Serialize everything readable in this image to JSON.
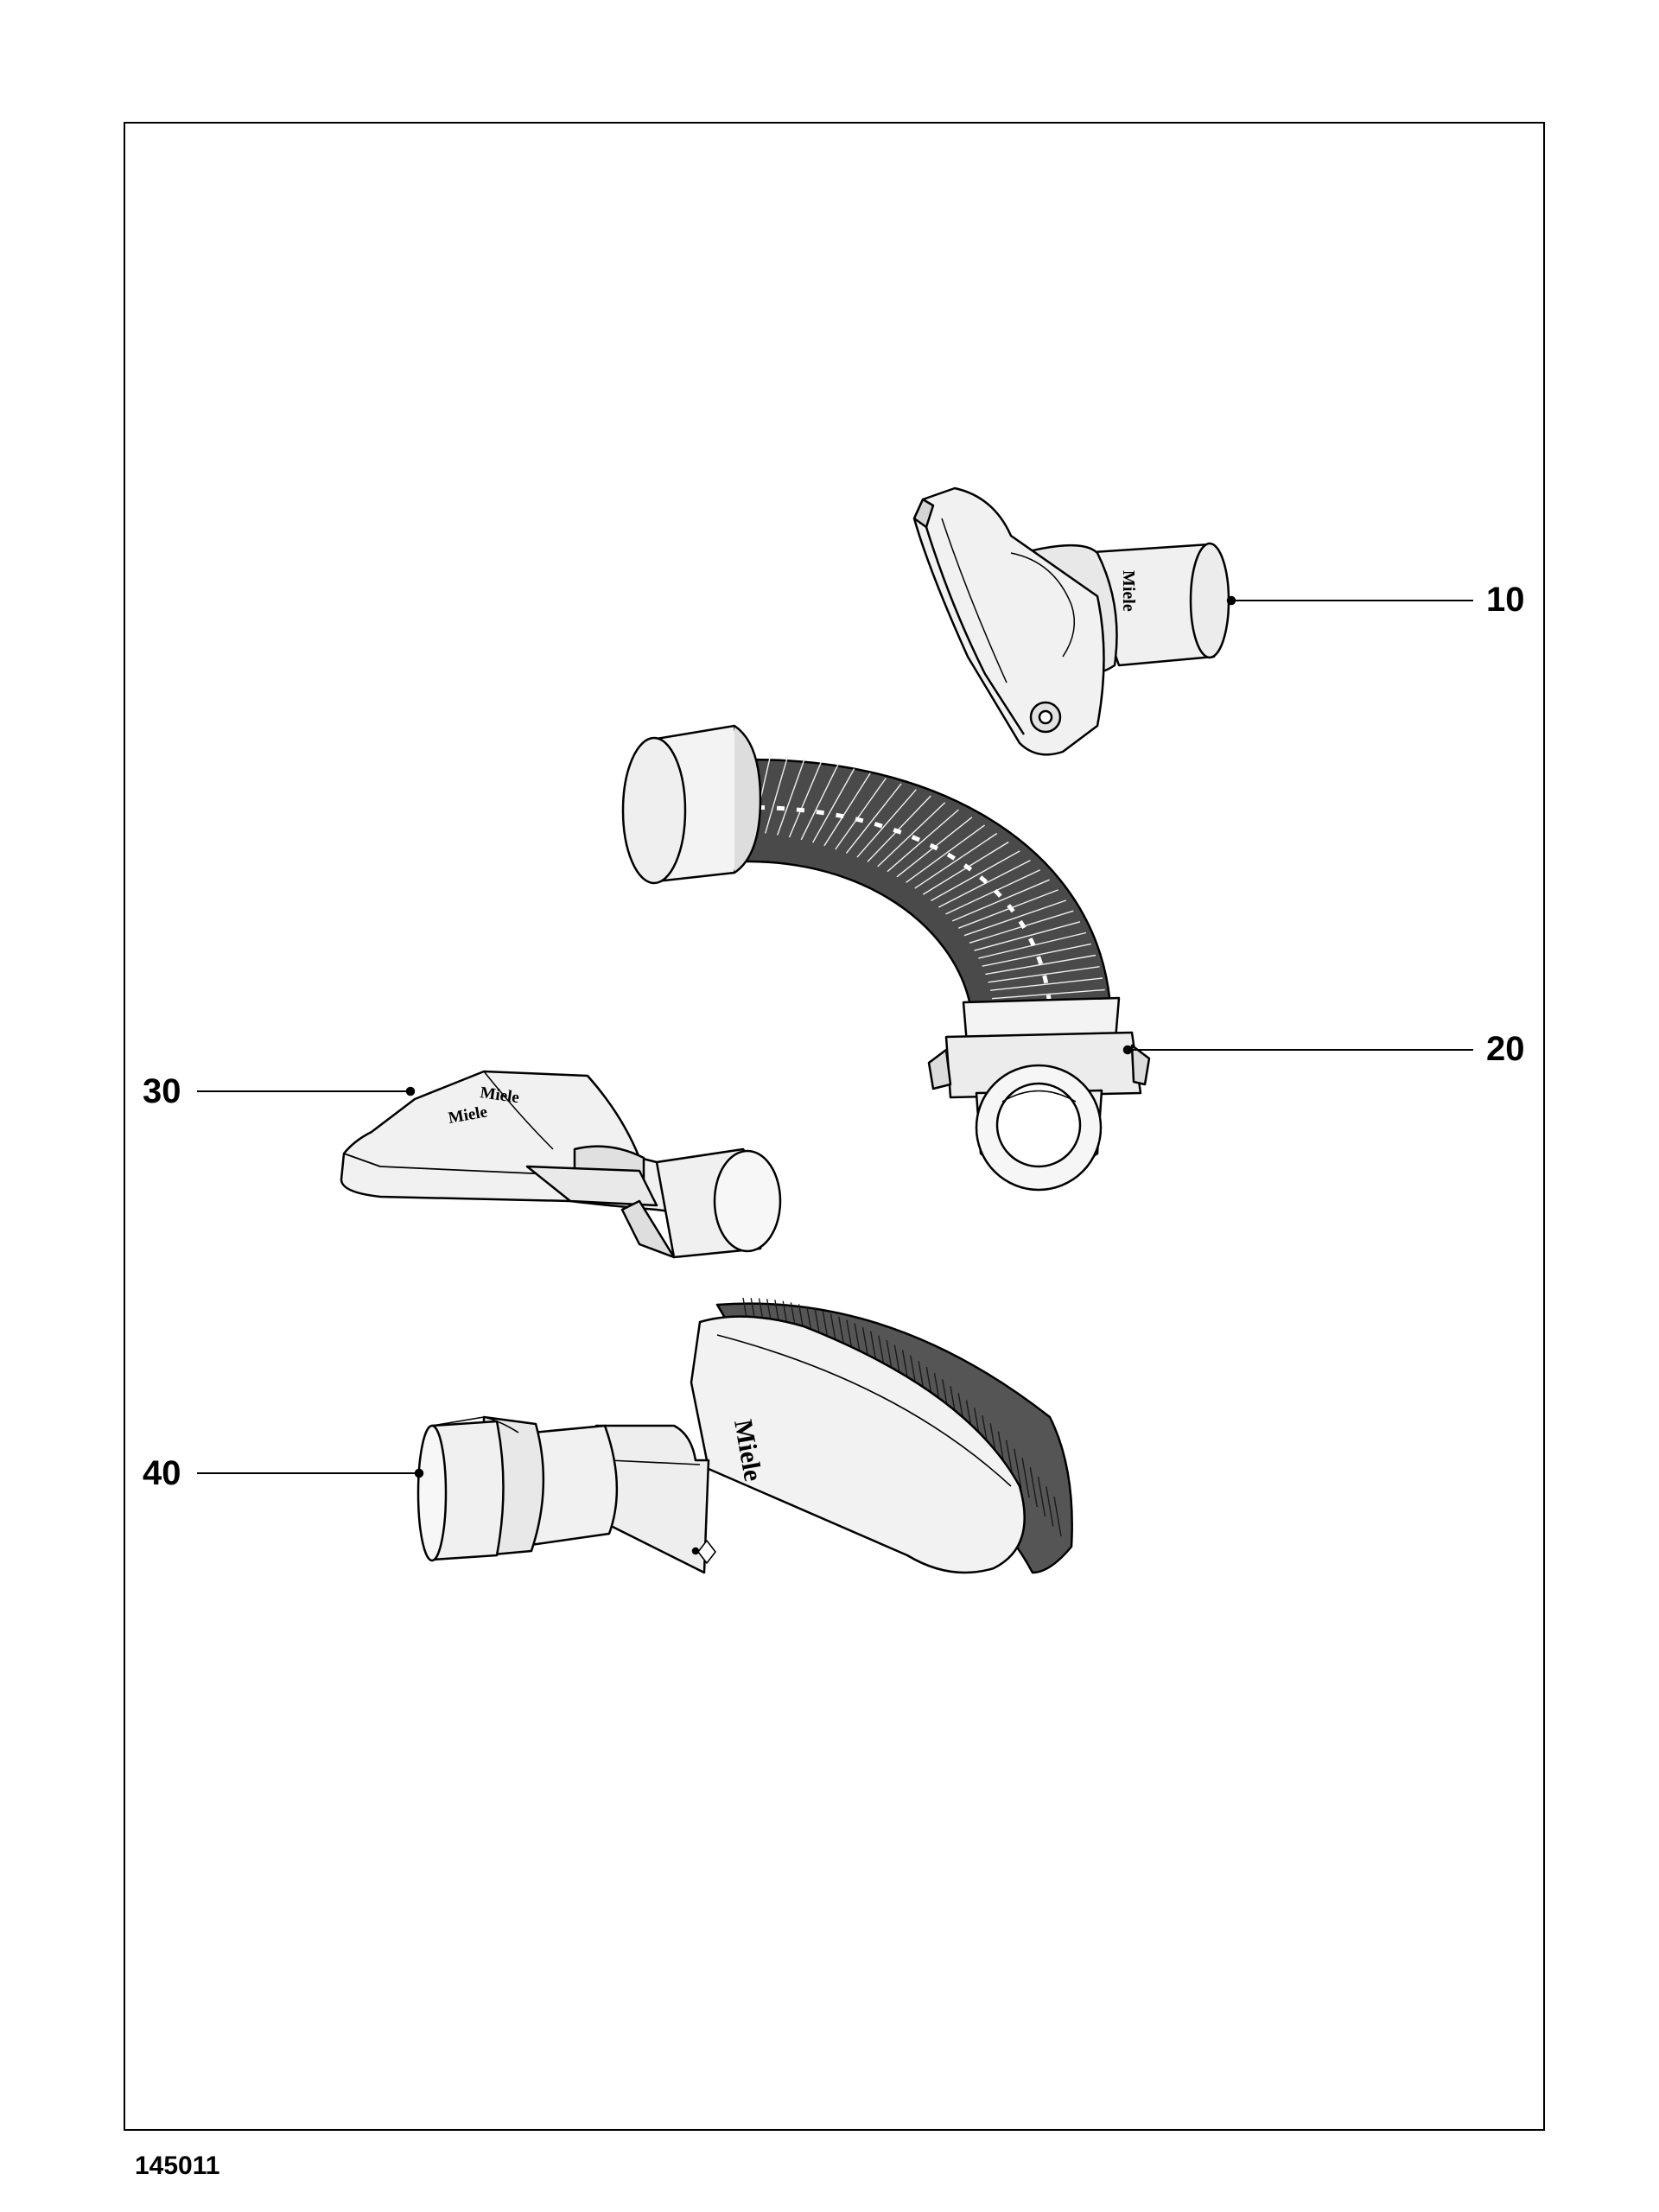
{
  "callouts": {
    "c10": "10",
    "c20": "20",
    "c30": "30",
    "c40": "40"
  },
  "drawing_number": "145011",
  "brand_marks": [
    "Miele"
  ],
  "colors": {
    "line": "#000000",
    "part_fill": "#f3f3f3",
    "shade": "#d4d4d4",
    "background": "#ffffff"
  }
}
